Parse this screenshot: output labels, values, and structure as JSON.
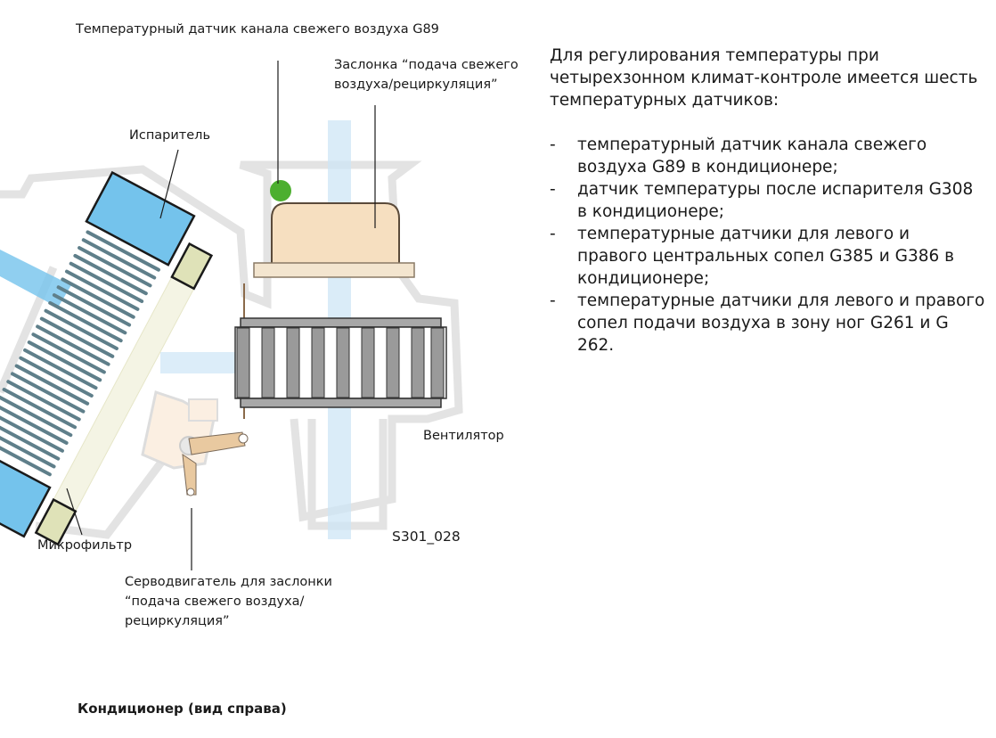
{
  "diagram": {
    "label_g89": "Температурный датчик канала свежего воздуха G89",
    "label_flap": [
      "Заслонка “подача свежего",
      "воздуха/рециркуляция”"
    ],
    "label_evaporator": "Испаритель",
    "label_fan": "Вентилятор",
    "label_microfilter": "Микрофильтр",
    "figure_id": "S301_028",
    "label_servo": [
      "Серводвигатель для заслонки",
      "“подача свежего воздуха/",
      "рециркуляция”"
    ],
    "caption": "Кондиционер (вид справа)",
    "colors": {
      "sensor": "#4caf2f",
      "evaporator_block": "#74c3ec",
      "flap": "#f6dfc0",
      "filter": "#dfe2b8",
      "airflow": "#cde6f6"
    }
  },
  "text": {
    "intro": [
      "Для регулирования температуры при",
      "четырехзонном климат-контроле имеется шесть",
      "температурных датчиков:"
    ],
    "bullet_char": "-",
    "bullets": [
      [
        "температурный датчик канала свежего",
        "воздуха G89 в кондиционере;"
      ],
      [
        "датчик температуры после испарителя G308",
        "в кондиционере;"
      ],
      [
        "температурные датчики для левого и",
        "правого центральных сопел G385 и G386 в",
        "кондиционере;"
      ],
      [
        "температурные датчики для левого и правого",
        "сопел подачи воздуха в зону ног G261 и G",
        "262."
      ]
    ]
  }
}
